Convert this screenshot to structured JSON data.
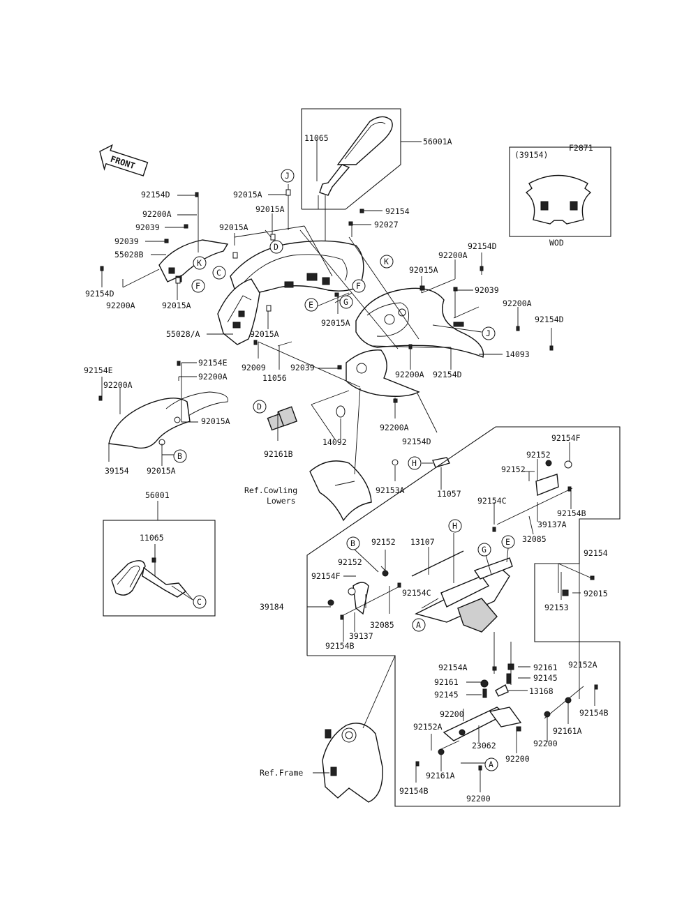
{
  "figure_code": "F2871",
  "front_label": "FRONT",
  "inset_wod": {
    "header": "(39154)",
    "footer": "WOD"
  },
  "inset_56001": {
    "assembly": "56001",
    "part": "11065"
  },
  "parts": [
    {
      "label": "11065"
    },
    {
      "label": "56001A"
    },
    {
      "label": "92015A"
    },
    {
      "label": "92015A"
    },
    {
      "label": "92154D"
    },
    {
      "label": "92200A"
    },
    {
      "label": "92039"
    },
    {
      "label": "92015A"
    },
    {
      "label": "92039"
    },
    {
      "label": "55028B"
    },
    {
      "label": "92154D"
    },
    {
      "label": "92200A"
    },
    {
      "label": "92015A"
    },
    {
      "label": "92154"
    },
    {
      "label": "92027"
    },
    {
      "label": "92154D"
    },
    {
      "label": "92200A"
    },
    {
      "label": "92015A"
    },
    {
      "label": "92039"
    },
    {
      "label": "92200A"
    },
    {
      "label": "92154D"
    },
    {
      "label": "92015A"
    },
    {
      "label": "55028/A"
    },
    {
      "label": "92015A"
    },
    {
      "label": "92009"
    },
    {
      "label": "92039"
    },
    {
      "label": "11056"
    },
    {
      "label": "92200A"
    },
    {
      "label": "92154D"
    },
    {
      "label": "14093"
    },
    {
      "label": "92154E"
    },
    {
      "label": "92200A"
    },
    {
      "label": "92154E"
    },
    {
      "label": "92200A"
    },
    {
      "label": "92015A"
    },
    {
      "label": "39154"
    },
    {
      "label": "92015A"
    },
    {
      "label": "92161B"
    },
    {
      "label": "14092"
    },
    {
      "label": "92200A"
    },
    {
      "label": "92154D"
    },
    {
      "label": "92153A"
    },
    {
      "label": "11057"
    },
    {
      "label": "92154F"
    },
    {
      "label": "92152"
    },
    {
      "label": "92152"
    },
    {
      "label": "92154C"
    },
    {
      "label": "92154B"
    },
    {
      "label": "39137A"
    },
    {
      "label": "32085"
    },
    {
      "label": "92152"
    },
    {
      "label": "13107"
    },
    {
      "label": "92152"
    },
    {
      "label": "92154F"
    },
    {
      "label": "92154C"
    },
    {
      "label": "32085"
    },
    {
      "label": "39137"
    },
    {
      "label": "92154B"
    },
    {
      "label": "39184"
    },
    {
      "label": "92154"
    },
    {
      "label": "92015"
    },
    {
      "label": "92153"
    },
    {
      "label": "92154A"
    },
    {
      "label": "92161"
    },
    {
      "label": "92161"
    },
    {
      "label": "92145"
    },
    {
      "label": "92145"
    },
    {
      "label": "13168"
    },
    {
      "label": "92152A"
    },
    {
      "label": "92154B"
    },
    {
      "label": "92200"
    },
    {
      "label": "92152A"
    },
    {
      "label": "92161A"
    },
    {
      "label": "92200"
    },
    {
      "label": "23062"
    },
    {
      "label": "92200"
    },
    {
      "label": "92161A"
    },
    {
      "label": "92154B"
    },
    {
      "label": "92200"
    },
    {
      "label": "11065"
    },
    {
      "label": "56001"
    }
  ],
  "refs": {
    "cowling": [
      "Ref.Cowling",
      "Lowers"
    ],
    "frame": "Ref.Frame"
  },
  "callouts": [
    "J",
    "K",
    "D",
    "C",
    "F",
    "E",
    "G",
    "K",
    "F",
    "J",
    "D",
    "B",
    "H",
    "H",
    "B",
    "G",
    "E",
    "A",
    "A",
    "C"
  ]
}
